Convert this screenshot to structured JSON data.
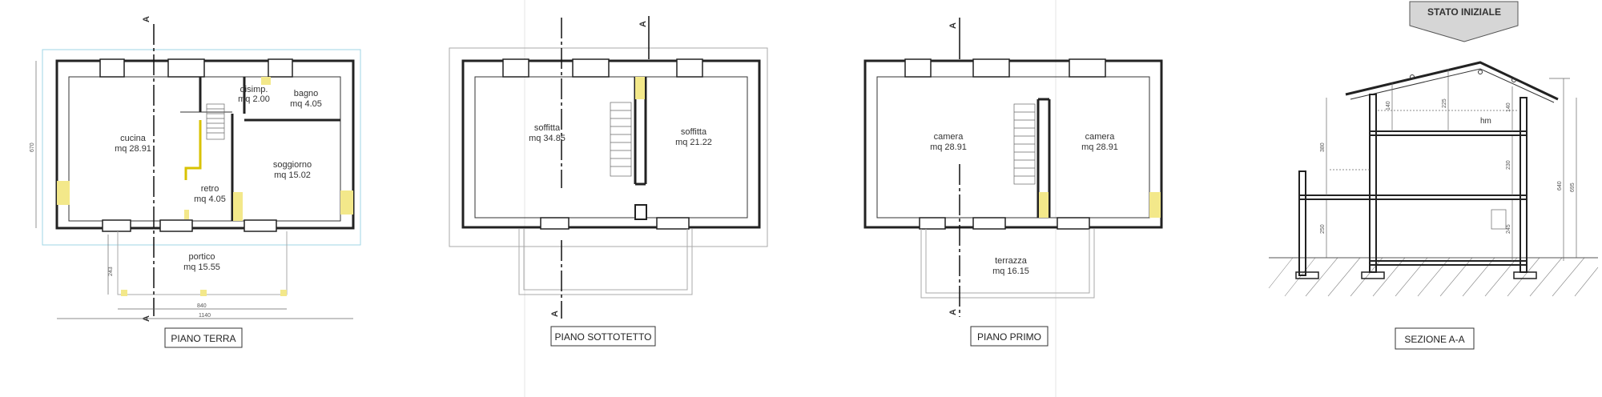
{
  "banner": {
    "text": "STATO INIZIALE"
  },
  "cut_label": "A",
  "plans": {
    "terra": {
      "title": "PIANO TERRA",
      "rooms": {
        "cucina": {
          "name": "cucina",
          "area": "mq 28.91"
        },
        "disimp": {
          "name": "disimp.",
          "area": "mq 2.00"
        },
        "bagno": {
          "name": "bagno",
          "area": "mq 4.05"
        },
        "soggiorno": {
          "name": "soggiorno",
          "area": "mq 15.02"
        },
        "retro": {
          "name": "retro",
          "area": "mq 4.05"
        },
        "portico": {
          "name": "portico",
          "area": "mq 15.55"
        }
      },
      "dims": {
        "height": "670",
        "width_portico": "840",
        "width_total": "1140",
        "portico_depth": "243"
      }
    },
    "sottotetto": {
      "title": "PIANO SOTTOTETTO",
      "rooms": {
        "soffitta1": {
          "name": "soffitta",
          "area": "mq 34.85"
        },
        "soffitta2": {
          "name": "soffitta",
          "area": "mq 21.22"
        }
      }
    },
    "primo": {
      "title": "PIANO PRIMO",
      "rooms": {
        "camera1": {
          "name": "camera",
          "area": "mq 28.91"
        },
        "camera2": {
          "name": "camera",
          "area": "mq 28.91"
        },
        "terrazza": {
          "name": "terrazza",
          "area": "mq 16.15"
        }
      }
    }
  },
  "section": {
    "title": "SEZIONE A-A",
    "hm": "hm",
    "dims": {
      "d140a": "140",
      "d225": "225",
      "d140b": "140",
      "d380": "380",
      "d230": "230",
      "d640": "640",
      "d695": "695",
      "d250": "250",
      "d245": "245"
    }
  }
}
